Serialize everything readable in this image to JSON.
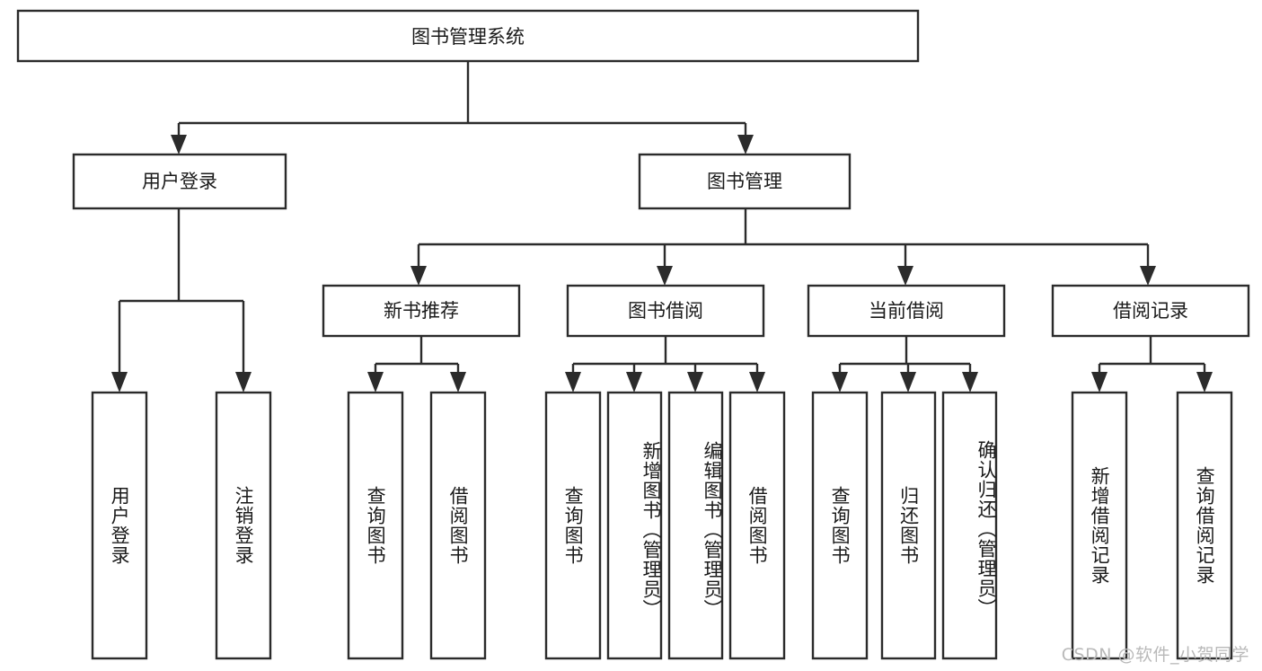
{
  "diagram": {
    "title": "图书管理系统",
    "type": "tree",
    "watermark": "CSDN @软件_小贺同学",
    "colors": {
      "box_stroke": "#2b2b2b",
      "box_fill": "#ffffff",
      "connector": "#2b2b2b",
      "text": "#1a1a1a",
      "background": "#ffffff",
      "watermark": "#b9b9b9"
    },
    "root": {
      "label": "图书管理系统"
    },
    "level1": [
      {
        "label": "用户登录"
      },
      {
        "label": "图书管理"
      }
    ],
    "level2": [
      {
        "label": "新书推荐"
      },
      {
        "label": "图书借阅"
      },
      {
        "label": "当前借阅"
      },
      {
        "label": "借阅记录"
      }
    ],
    "leaves": {
      "user_login": [
        {
          "label": "用户登录"
        },
        {
          "label": "注销登录"
        }
      ],
      "new_book_recommend": [
        {
          "label": "查询图书"
        },
        {
          "label": "借阅图书"
        }
      ],
      "book_borrow": [
        {
          "label": "查询图书"
        },
        {
          "label": "新增图书（管理员）"
        },
        {
          "label": "编辑图书（管理员）"
        },
        {
          "label": "借阅图书"
        }
      ],
      "current_borrow": [
        {
          "label": "查询图书"
        },
        {
          "label": "归还图书"
        },
        {
          "label": "确认归还（管理员）"
        }
      ],
      "borrow_record": [
        {
          "label": "新增借阅记录"
        },
        {
          "label": "查询借阅记录"
        }
      ]
    }
  }
}
